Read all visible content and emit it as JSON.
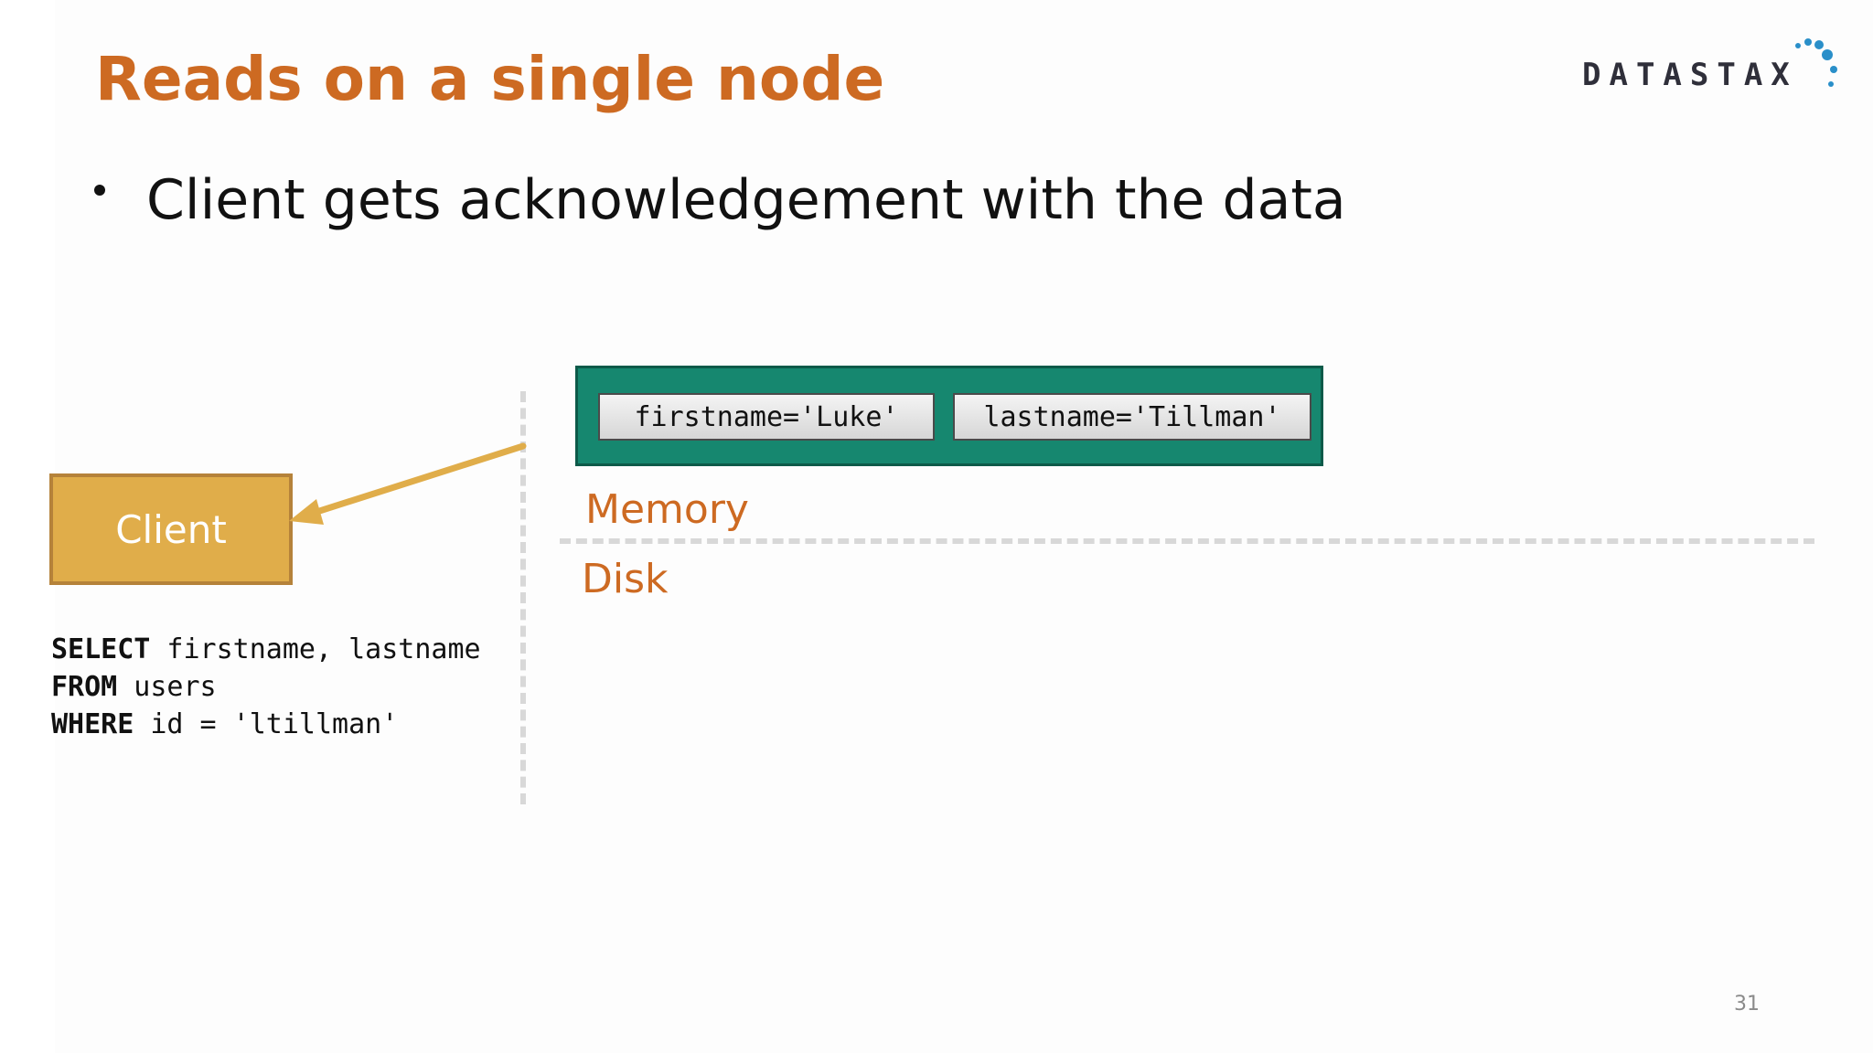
{
  "slide": {
    "title": "Reads on a single node",
    "bullet": "Client gets acknowledgement with the data",
    "page_number": "31"
  },
  "logo": {
    "text": "DATASTAX",
    "dot_color": "#2a8fc9"
  },
  "client": {
    "label": "Client"
  },
  "query": {
    "line1_keyword": "SELECT",
    "line1_rest": " firstname, lastname",
    "line2_keyword": "FROM",
    "line2_rest": " users",
    "line3_keyword": "WHERE",
    "line3_rest": " id = 'ltillman'"
  },
  "memtable": {
    "cells": [
      "firstname='Luke'",
      "lastname='Tillman'"
    ]
  },
  "labels": {
    "memory": "Memory",
    "disk": "Disk"
  },
  "colors": {
    "title": "#cd6a22",
    "client_fill": "#e0ad4a",
    "memtable_fill": "#16876f",
    "arrow": "#e0ad4a"
  }
}
